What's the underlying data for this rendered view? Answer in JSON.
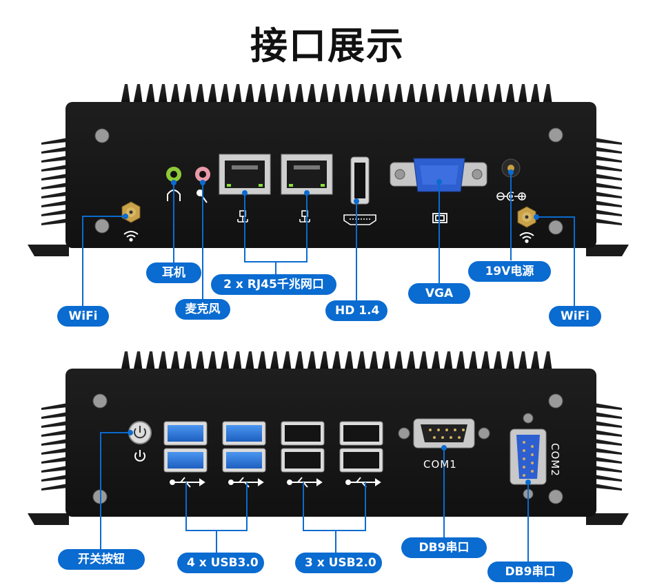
{
  "title": "接口展示",
  "front_panel": {
    "labels": {
      "wifi_left": "WiFi",
      "headphone": "耳机",
      "microphone": "麦克风",
      "rj45": "2 x RJ45千兆网口",
      "hdmi": "HD 1.4",
      "vga": "VGA",
      "power_in": "19V电源",
      "wifi_right": "WiFi"
    }
  },
  "rear_panel": {
    "labels": {
      "power_button": "开关按钮",
      "usb3": "4 x USB3.0",
      "usb2": "3 x USB2.0",
      "com1": "DB9串口",
      "com2": "DB9串口"
    },
    "port_text": {
      "com1": "COM1",
      "com2": "COM2"
    }
  },
  "colors": {
    "accent": "#0a6bd0",
    "chassis": "#151515",
    "usb3_blue": "#2f7fe0",
    "vga_blue": "#2d5fd0"
  }
}
